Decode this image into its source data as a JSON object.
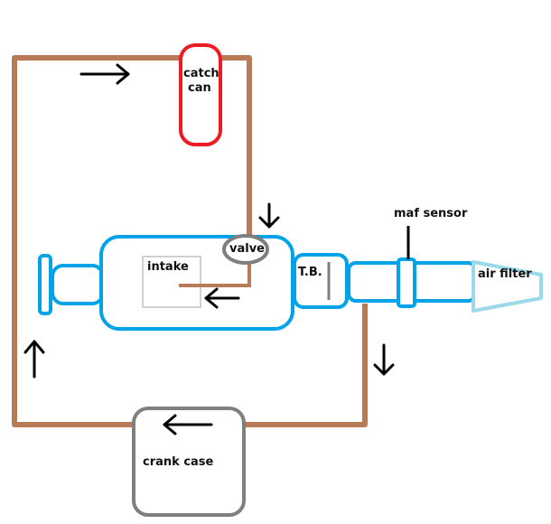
{
  "labels": {
    "catch_can_line1": "catch",
    "catch_can_line2": "can",
    "valve": "valve",
    "intake": "intake",
    "throttle_body": "T.B.",
    "maf_sensor": "maf sensor",
    "air_filter": "air filter",
    "crank_case": "crank case"
  },
  "colors": {
    "hose": "#b97a57",
    "pipe": "#00a2e8",
    "catch_can": "#ed1c24",
    "crank_case": "#7f7f7f",
    "valve": "#7f7f7f",
    "air_filter": "#99d9ea",
    "arrow": "#000000"
  },
  "icons": [
    "arrow-right-icon",
    "arrow-down-icon",
    "arrow-left-icon",
    "arrow-up-icon"
  ]
}
